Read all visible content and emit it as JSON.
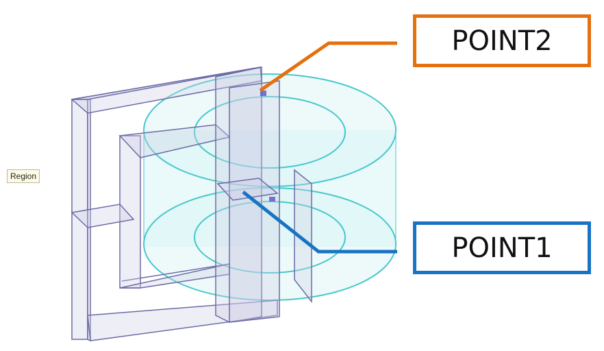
{
  "region_label": "Region",
  "callouts": {
    "point2": {
      "label": "POINT2",
      "color": "#e4700f"
    },
    "point1": {
      "label": "POINT1",
      "color": "#1873c2"
    }
  },
  "colors": {
    "core_edge": "#6b6aa6",
    "core_fill": "#cdcde4",
    "coil_edge": "#46c8cc",
    "coil_fill": "#d9f4f4"
  }
}
